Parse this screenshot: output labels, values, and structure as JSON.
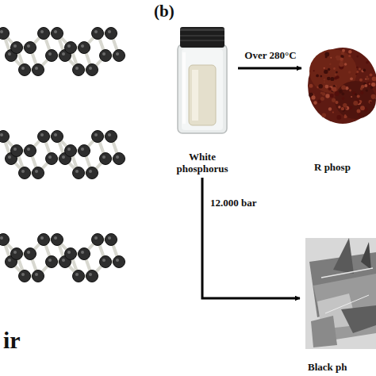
{
  "diagram": {
    "nodes": [
      {
        "text": [
          "White phosphorus"
        ]
      },
      {
        "text": [
          "R phosp"
        ]
      },
      {
        "text": [
          "Black ph"
        ]
      }
    ],
    "edges": [
      {
        "from": 0,
        "to": 1,
        "arrow": "to",
        "label": "Over 280°C"
      },
      {
        "from": 0,
        "to": 2,
        "arrow": "to",
        "label": "12.000 bar"
      }
    ],
    "labels": [
      "(b)",
      "ir"
    ]
  }
}
